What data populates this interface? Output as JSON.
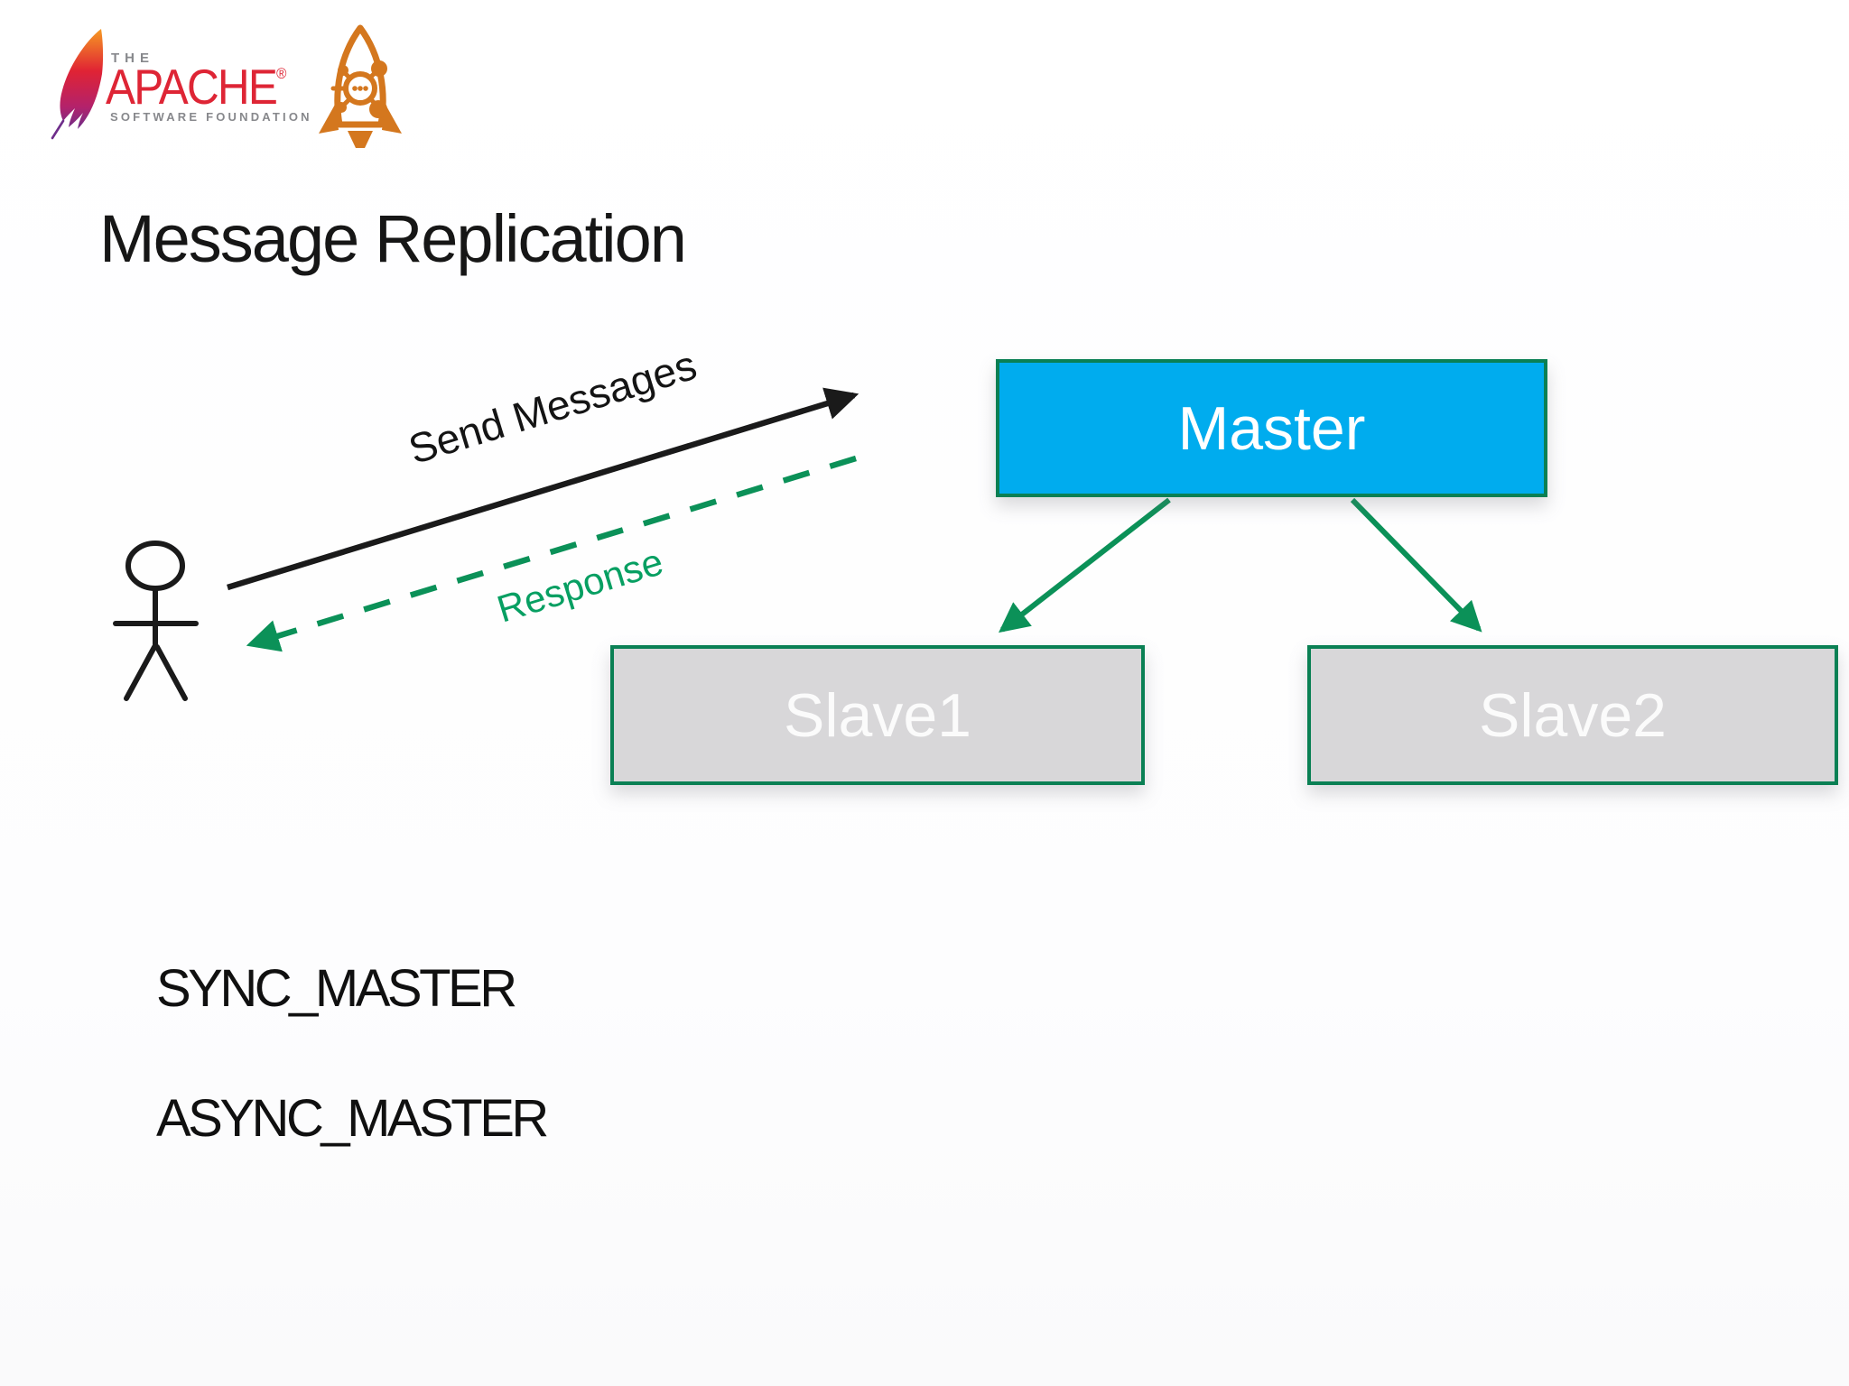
{
  "slide": {
    "title": "Message Replication",
    "logos": {
      "apache": {
        "the": "THE",
        "wordmark": "APACHE",
        "registered": "®",
        "subtitle": "SOFTWARE FOUNDATION",
        "icon": "apache-feather-icon"
      },
      "rocketmq": {
        "icon": "rocketmq-rocket-icon"
      }
    },
    "diagram": {
      "producer_icon": "stick-figure-user",
      "send_arrow_label": "Send Messages",
      "response_arrow_label": "Response",
      "nodes": {
        "master": {
          "label": "Master"
        },
        "slave1": {
          "label": "Slave1"
        },
        "slave2": {
          "label": "Slave2"
        }
      }
    },
    "replication_modes": [
      "SYNC_MASTER",
      "ASYNC_MASTER"
    ],
    "colors": {
      "master_fill": "#00ACEE",
      "slave_fill": "#D8D7D9",
      "node_border_green": "#0A8054",
      "arrow_green": "#0B9158",
      "response_text_green": "#079F62",
      "apache_red": "#DE2535",
      "apache_gray": "#87888C",
      "rocket_orange": "#D4771E",
      "text_black": "#161616"
    }
  }
}
